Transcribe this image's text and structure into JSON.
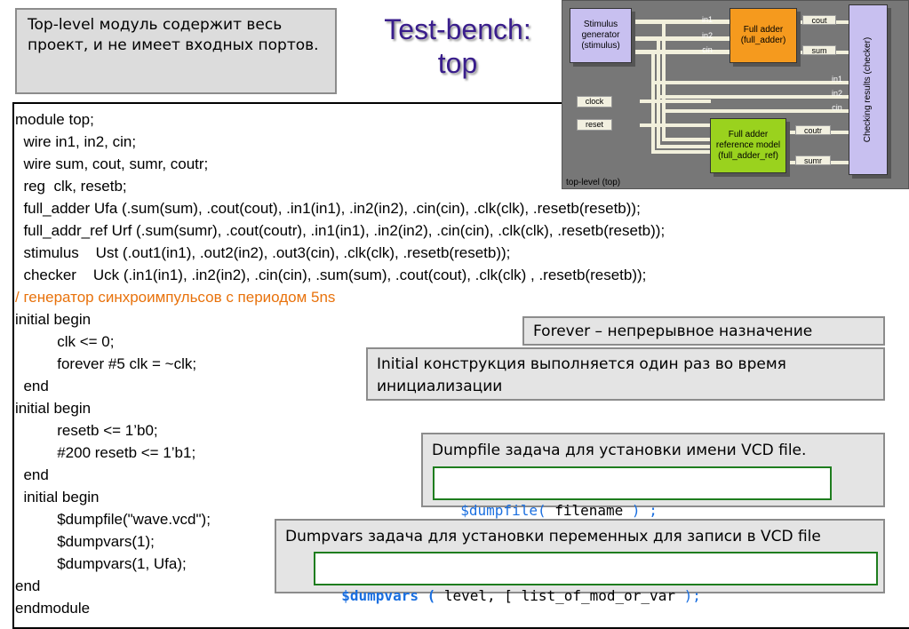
{
  "top_note": "Top-level модуль содержит весь проект, и не имеет входных портов.",
  "title": {
    "line1": "Test-bench:",
    "line2": "top"
  },
  "diagram": {
    "stimulus": "Stimulus generator (stimulus)",
    "full_adder": "Full adder (full_adder)",
    "full_adder_ref": "Full adder reference model (full_adder_ref)",
    "checker": "Checking results (checker)",
    "clock": "clock",
    "reset": "reset",
    "top_level": "top-level (top)",
    "ports": {
      "in1": "in1",
      "in2": "in2",
      "cin": "cin",
      "cout": "cout",
      "sum": "sum",
      "in1b": "in1",
      "in2b": "in2",
      "cinb": "cin",
      "coutr": "coutr",
      "sumr": "sumr"
    }
  },
  "code_lines": [
    "module top;",
    "  wire in1, in2, cin;",
    "  wire sum, cout, sumr, coutr;",
    "  reg  clk, resetb;",
    "  full_adder Ufa (.sum(sum), .cout(cout), .in1(in1), .in2(in2), .cin(cin), .clk(clk), .resetb(resetb));",
    "  full_addr_ref Urf (.sum(sumr), .cout(coutr), .in1(in1), .in2(in2), .cin(cin), .clk(clk), .resetb(resetb));",
    "  stimulus    Ust (.out1(in1), .out2(in2), .out3(cin), .clk(clk), .resetb(resetb));",
    "  checker    Uck (.in1(in1), .in2(in2), .cin(cin), .sum(sum), .cout(cout), .clk(clk) , .resetb(resetb));",
    "/ генератор синхроимпульсов с периодом 5ns",
    "initial begin",
    "          clk <= 0;",
    "          forever #5 clk = ~clk;",
    "  end",
    "initial begin",
    "          resetb <= 1’b0;",
    "          #200 resetb <= 1’b1;",
    "  end",
    "  initial begin",
    "          $dumpfile(\"wave.vcd\");",
    "          $dumpvars(1);",
    "          $dumpvars(1, Ufa);",
    "end",
    "endmodule"
  ],
  "notes": {
    "forever": "Forever – непрерывное назначение",
    "initial": "Initial конструкция выполняется один раз во время инициализации",
    "dumpfile": "Dumpfile задача для установки имени VCD file.",
    "dumpfile_code": {
      "kw": "$dumpfile(",
      "arg": " filename ",
      "end": ") ;"
    },
    "dumpvars": "Dumpvars задача для установки переменных для записи в VCD file",
    "dumpvars_code": {
      "kw": "$dumpvars (",
      "arg": " level, [ list_of_mod_or_var ",
      "end": ");"
    }
  },
  "colors": {
    "title": "#3a1e8c",
    "comment": "#e8720c",
    "keyword": "#1a6fe0",
    "frame_green": "#1e7d1e",
    "stimulus_box": "#c8c0f0",
    "adder_box": "#f59a1e",
    "ref_box": "#9ad21e",
    "checker_box": "#c8c0f0"
  }
}
